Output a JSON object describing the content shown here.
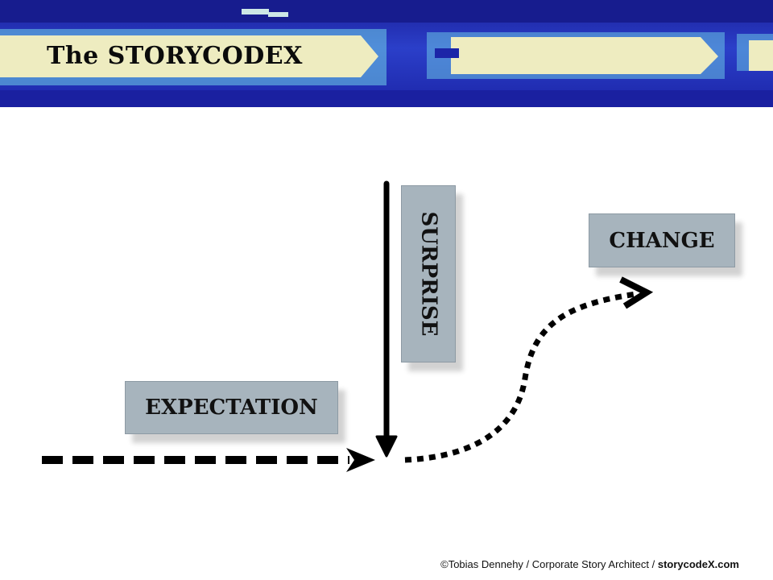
{
  "header": {
    "title": "The STORYCODEX",
    "banner_colors": {
      "dark_blue": "#1a1f9a",
      "mid_blue": "#2b3fc9",
      "cyan": "#6fd0e8",
      "cream": "#eeecc0"
    }
  },
  "diagram": {
    "stages": {
      "expectation": "EXPECTATION",
      "surprise": "SURPRISE",
      "change": "CHANGE"
    },
    "arrows": [
      {
        "id": "expectation-arrow",
        "style": "dashed",
        "direction": "right"
      },
      {
        "id": "surprise-arrow",
        "style": "solid",
        "direction": "down"
      },
      {
        "id": "change-arrow",
        "style": "dotted",
        "direction": "up-right"
      }
    ],
    "colors": {
      "label_box": "#a7b4bd",
      "arrow": "#000000"
    }
  },
  "footer": {
    "copyright": "©Tobias Dennehy / Corporate Story Architect / ",
    "site": "storycodeX.com"
  }
}
